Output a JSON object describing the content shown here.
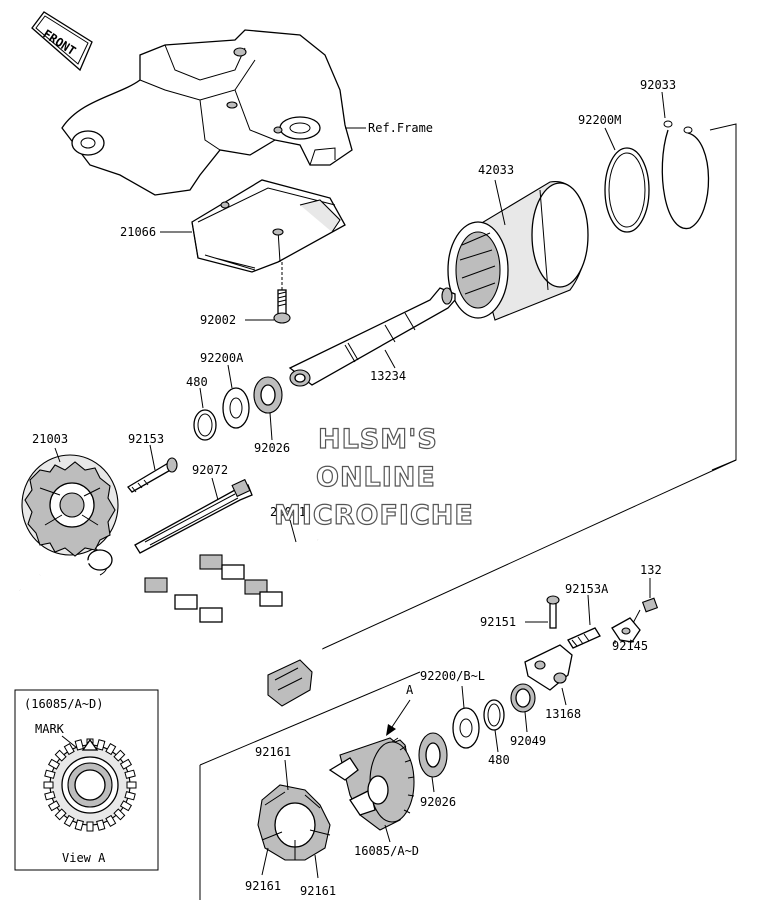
{
  "badge": {
    "front": "FRONT"
  },
  "watermark": {
    "line1": "HLSM'S",
    "line2": "ONLINE",
    "line3": "MICROFICHE"
  },
  "labels": {
    "ref_frame": "Ref.Frame",
    "p92033": "92033",
    "p92200M": "92200M",
    "p42033": "42033",
    "p21066": "21066",
    "p92002": "92002",
    "p92200A": "92200A",
    "p480_top": "480",
    "p13234": "13234",
    "p92026_top": "92026",
    "p21003": "21003",
    "p92153": "92153",
    "p92072": "92072",
    "p26031": "26031",
    "p132": "132",
    "p92153A": "92153A",
    "p92151": "92151",
    "p92145": "92145",
    "p92200BL": "92200/B~L",
    "p13168": "13168",
    "p92049": "92049",
    "p480_bot": "480",
    "p92026_bot": "92026",
    "pA": "A",
    "p92161_a": "92161",
    "p92161_b": "92161",
    "p92161_c": "92161",
    "p16085": "16085/A~D"
  },
  "view_a": {
    "title": "(16085/A~D)",
    "mark": "MARK",
    "caption": "View A"
  }
}
